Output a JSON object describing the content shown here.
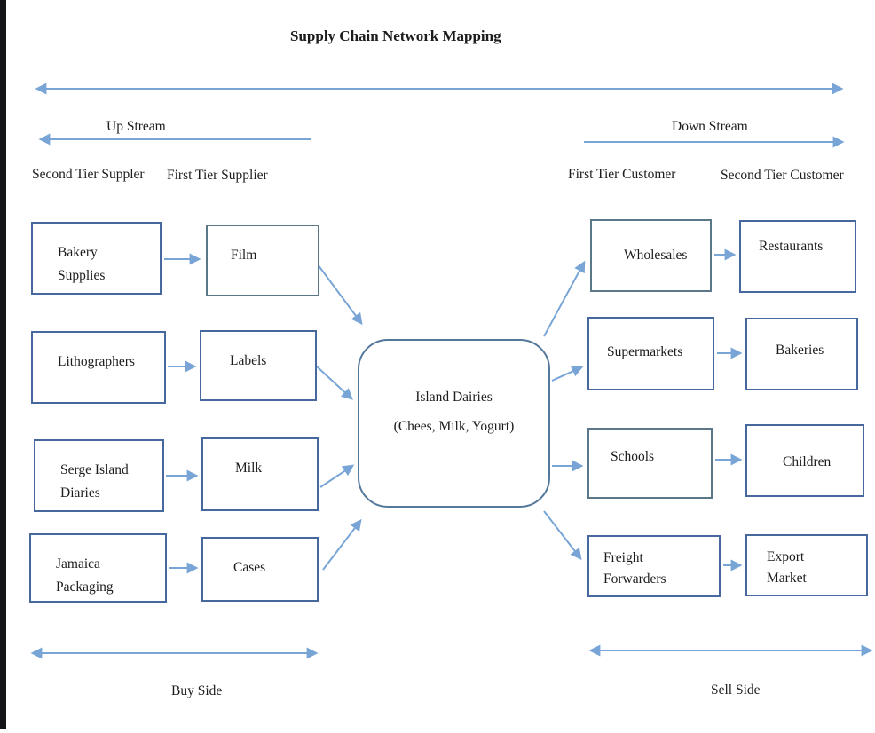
{
  "colors": {
    "arrow": "#78a5d6",
    "box_blue": "#46689f",
    "box_grey": "#5b7888",
    "center_border": "#54789b",
    "ink": "#1c1c1c",
    "edge": "#131519"
  },
  "title": "Supply Chain Network Mapping",
  "streams": {
    "up_label": "Up Stream",
    "down_label": "Down Stream"
  },
  "headers": {
    "second_tier_supplier": "Second Tier Suppler",
    "first_tier_supplier": "First Tier Supplier",
    "first_tier_customer": "First Tier Customer",
    "second_tier_customer": "Second Tier Customer"
  },
  "nodes": {
    "bakery_supplies": "Bakery Supplies",
    "lithographers": "Lithographers",
    "serge_island_diaries": "Serge Island Diaries",
    "jamaica_packaging": "Jamaica Packaging",
    "film": "Film",
    "labels": "Labels",
    "milk": "Milk",
    "cases": "Cases",
    "center_line1": "Island Dairies",
    "center_line2": "(Chees, Milk, Yogurt)",
    "wholesales": "Wholesales",
    "supermarkets": "Supermarkets",
    "schools": "Schools",
    "freight_forwarders": "Freight Forwarders",
    "restaurants": "Restaurants",
    "bakeries": "Bakeries",
    "children": "Children",
    "export_market": "Export Market"
  },
  "footer": {
    "buy_side": "Buy Side",
    "sell_side": "Sell Side"
  }
}
